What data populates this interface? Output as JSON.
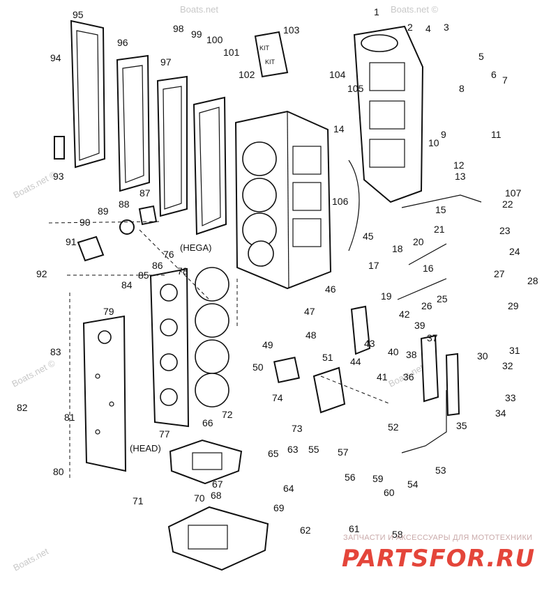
{
  "watermarks": [
    "Boats.net",
    "Boats.net ©",
    "Boats.net ©",
    "Boats.net ©",
    "Boats.net ©",
    "Boats.net"
  ],
  "brand": {
    "tagline": "ЗАПЧАСТИ И АКСЕССУАРЫ ДЛЯ МОТОТЕХНИКИ",
    "logo_text": "PARTSFOR.RU"
  },
  "notes": {
    "hega": "(HEGA)",
    "head": "(HEAD)"
  },
  "card_text": {
    "line1": "KIT",
    "line2": "KIT"
  },
  "colors": {
    "line": "#111111",
    "brand_red": "#e4453a",
    "watermark": "#c8c8c8"
  },
  "part_labels": [
    "1",
    "2",
    "3",
    "4",
    "5",
    "6",
    "7",
    "8",
    "9",
    "10",
    "11",
    "12",
    "13",
    "14",
    "15",
    "16",
    "17",
    "18",
    "19",
    "20",
    "21",
    "22",
    "23",
    "24",
    "25",
    "26",
    "27",
    "28",
    "29",
    "30",
    "31",
    "32",
    "33",
    "34",
    "35",
    "36",
    "37",
    "38",
    "39",
    "40",
    "41",
    "42",
    "43",
    "44",
    "45",
    "46",
    "47",
    "48",
    "49",
    "50",
    "51",
    "52",
    "53",
    "54",
    "55",
    "56",
    "57",
    "58",
    "59",
    "60",
    "61",
    "62",
    "63",
    "64",
    "65",
    "66",
    "67",
    "68",
    "69",
    "70",
    "71",
    "72",
    "73",
    "74",
    "76",
    "77",
    "78",
    "79",
    "80",
    "81",
    "82",
    "83",
    "84",
    "85",
    "86",
    "87",
    "88",
    "89",
    "90",
    "91",
    "92",
    "93",
    "94",
    "95",
    "96",
    "97",
    "98",
    "99",
    "100",
    "101",
    "102",
    "103",
    "104",
    "105",
    "106",
    "107"
  ]
}
